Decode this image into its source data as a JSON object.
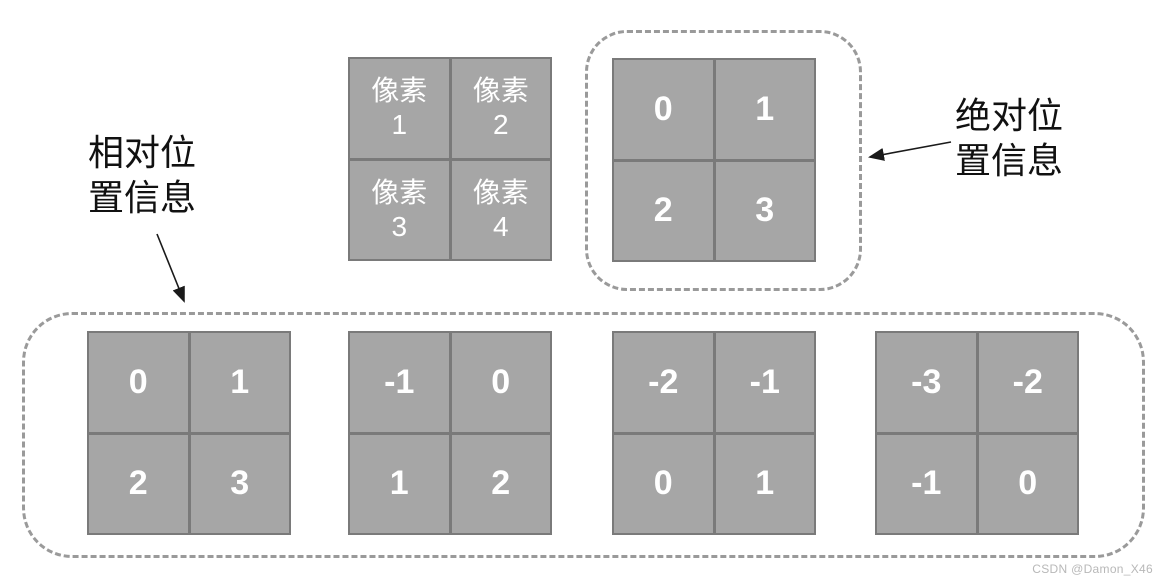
{
  "colors": {
    "cell_fill": "#a6a6a6",
    "cell_border": "#7a7a7a",
    "cell_text": "#ffffff",
    "dash": "#9a9a9a",
    "label_text": "#111111",
    "arrow": "#1a1a1a",
    "watermark": "#b8b8b8"
  },
  "labels": {
    "relative": {
      "line1": "相对位",
      "line2": "置信息"
    },
    "absolute": {
      "line1": "绝对位",
      "line2": "置信息"
    }
  },
  "pixel_grid": {
    "cells": [
      {
        "line1": "像素",
        "line2": "1"
      },
      {
        "line1": "像素",
        "line2": "2"
      },
      {
        "line1": "像素",
        "line2": "3"
      },
      {
        "line1": "像素",
        "line2": "4"
      }
    ]
  },
  "absolute_grid": {
    "cells": [
      "0",
      "1",
      "2",
      "3"
    ]
  },
  "relative_grids": [
    {
      "cells": [
        "0",
        "1",
        "2",
        "3"
      ]
    },
    {
      "cells": [
        "-1",
        "0",
        "1",
        "2"
      ]
    },
    {
      "cells": [
        "-2",
        "-1",
        "0",
        "1"
      ]
    },
    {
      "cells": [
        "-3",
        "-2",
        "-1",
        "0"
      ]
    }
  ],
  "watermark": "CSDN @Damon_X46"
}
